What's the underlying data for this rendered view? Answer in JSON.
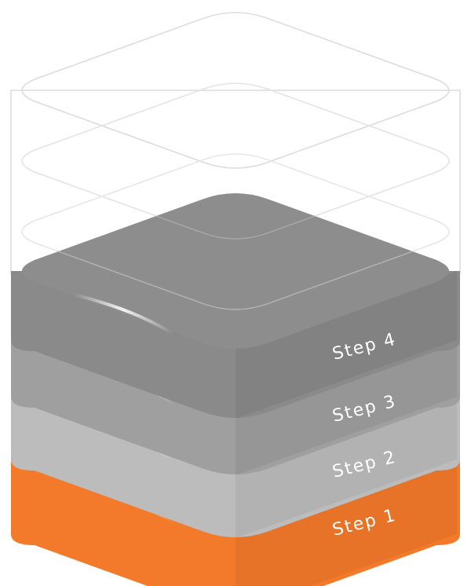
{
  "diagram": {
    "steps": [
      {
        "label": "Step 1",
        "color": "#f57c2c",
        "side": "#f47a2b",
        "top": "#f58a3e"
      },
      {
        "label": "Step 2",
        "color": "#bdbdbd",
        "side": "#bcbcbc",
        "top": "#b5b5b5"
      },
      {
        "label": "Step 3",
        "color": "#a2a2a2",
        "side": "#9f9f9f",
        "top": "#9a9a9a"
      },
      {
        "label": "Step 4",
        "color": "#8a8a8a",
        "side": "#8a8a8a",
        "top": "#8d8d8d"
      }
    ],
    "empty_outline_color": "#dcdcdc"
  }
}
